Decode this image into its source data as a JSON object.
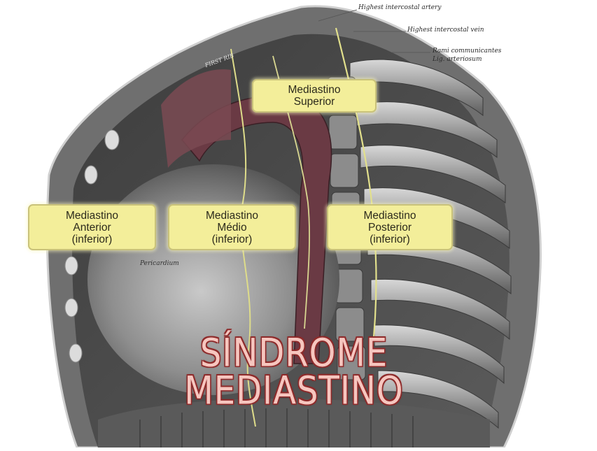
{
  "annotations": {
    "top_1": "Highest intercostal artery",
    "top_2": "Highest intercostal vein",
    "top_3_line1": "Rami communicantes",
    "top_3_line2": "Lig. arteriosum",
    "rib_label": "FIRST RIB",
    "pericardium": "Pericardium"
  },
  "labels": {
    "superior": {
      "line1": "Mediastino",
      "line2": "Superior"
    },
    "anterior": {
      "line1": "Mediastino",
      "line2": "Anterior",
      "line3": "(inferior)"
    },
    "medio": {
      "line1": "Mediastino",
      "line2": "Médio",
      "line3": "(inferior)"
    },
    "posterior": {
      "line1": "Mediastino",
      "line2": "Posterior",
      "line3": "(inferior)"
    }
  },
  "title": {
    "line1": "SÍNDROME",
    "line2": "MEDIASTINO"
  },
  "colors": {
    "label_fill": "#f3ee9a",
    "label_border": "#c9c27a",
    "title_fill": "#f6c6bf",
    "title_outline": "#8e2a2a"
  }
}
